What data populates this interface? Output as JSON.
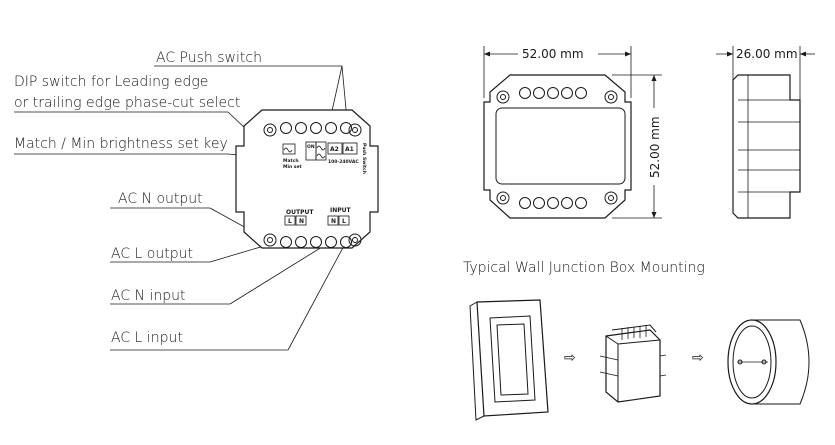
{
  "callouts": {
    "ac_push_switch": "AC Push switch",
    "dip_line1": "DIP switch for Leading edge",
    "dip_line2": "or trailing edge phase-cut select",
    "match_key": "Match / Min brightness set key",
    "ac_n_output": "AC N output",
    "ac_l_output": "AC L output",
    "ac_n_input": "AC N input",
    "ac_l_input": "AC L input"
  },
  "device_labels": {
    "a2": "A2",
    "a1": "A1",
    "voltage": "100-240VAC",
    "match": "Match",
    "min_set": "Min set",
    "on": "ON",
    "push_switch": "Push Switch",
    "output": "OUTPUT",
    "input": "INPUT",
    "out_l": "L",
    "out_n": "N",
    "in_n": "N",
    "in_l": "L"
  },
  "dimensions": {
    "width": "52.00 mm",
    "height": "52.00 mm",
    "depth": "26.00 mm"
  },
  "mounting": {
    "title": "Typical Wall Junction Box Mounting",
    "arrow": "⇨"
  }
}
